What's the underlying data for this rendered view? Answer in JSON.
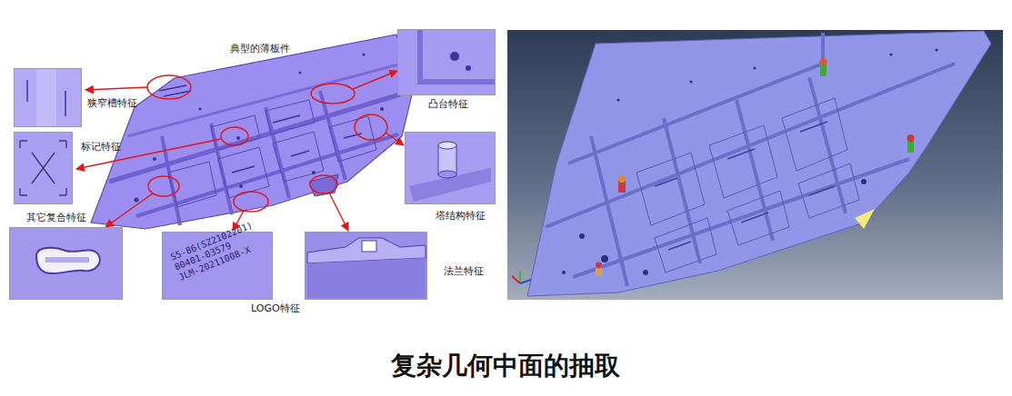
{
  "diagram": {
    "title": "复杂几何中面的抽取",
    "nodes": [
      {
        "text": [
          "狭窄槽特征"
        ]
      },
      {
        "text": [
          "凸台特征"
        ]
      },
      {
        "text": [
          "标记特征"
        ]
      },
      {
        "text": [
          "塔结构特征"
        ]
      },
      {
        "text": [
          "其它复合特征"
        ]
      },
      {
        "text": [
          "S5-86(SZ2102201)",
          "80401-03579",
          "JLM-20211008-X",
          "LOGO特征"
        ]
      },
      {
        "text": [
          "法兰特征"
        ]
      }
    ],
    "labels": [
      "典型的薄板件"
    ]
  }
}
